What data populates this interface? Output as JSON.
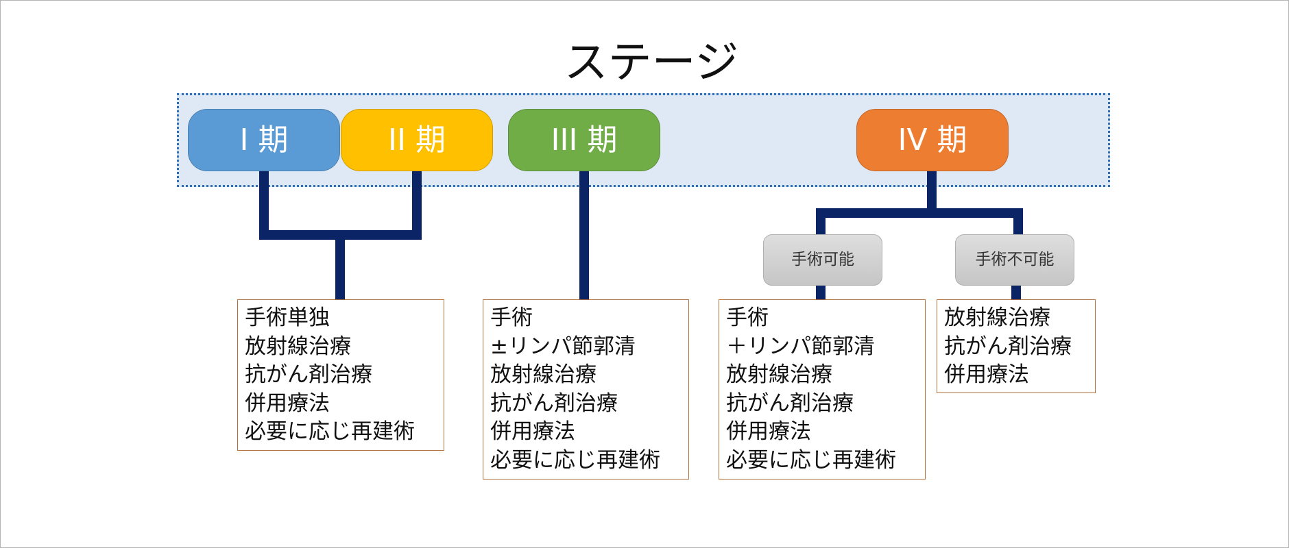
{
  "title": "ステージ",
  "stages": [
    {
      "label": "I 期",
      "color": "#5b9bd5"
    },
    {
      "label": "II 期",
      "color": "#ffc000"
    },
    {
      "label": "III 期",
      "color": "#70ad47"
    },
    {
      "label": "IV 期",
      "color": "#ed7d31"
    }
  ],
  "stage4_branches": [
    "手術可能",
    "手術不可能"
  ],
  "treatments": [
    {
      "applies_to": "I 期 / II 期",
      "lines": [
        "手術単独",
        "放射線治療",
        "抗がん剤治療",
        "併用療法",
        "必要に応じ再建術"
      ]
    },
    {
      "applies_to": "III 期",
      "lines": [
        "手術",
        "±リンパ節郭清",
        "放射線治療",
        "抗がん剤治療",
        "併用療法",
        "必要に応じ再建術"
      ]
    },
    {
      "applies_to": "IV 期 手術可能",
      "lines": [
        "手術",
        "＋リンパ節郭清",
        "放射線治療",
        "抗がん剤治療",
        "併用療法",
        "必要に応じ再建術"
      ]
    },
    {
      "applies_to": "IV 期 手術不可能",
      "lines": [
        "放射線治療",
        "抗がん剤治療",
        "併用療法"
      ]
    }
  ],
  "colors": {
    "connector": "#0b2466",
    "band_fill": "#dfe9f5",
    "band_border": "#2e6fb8",
    "box_border": "#b0703e"
  }
}
